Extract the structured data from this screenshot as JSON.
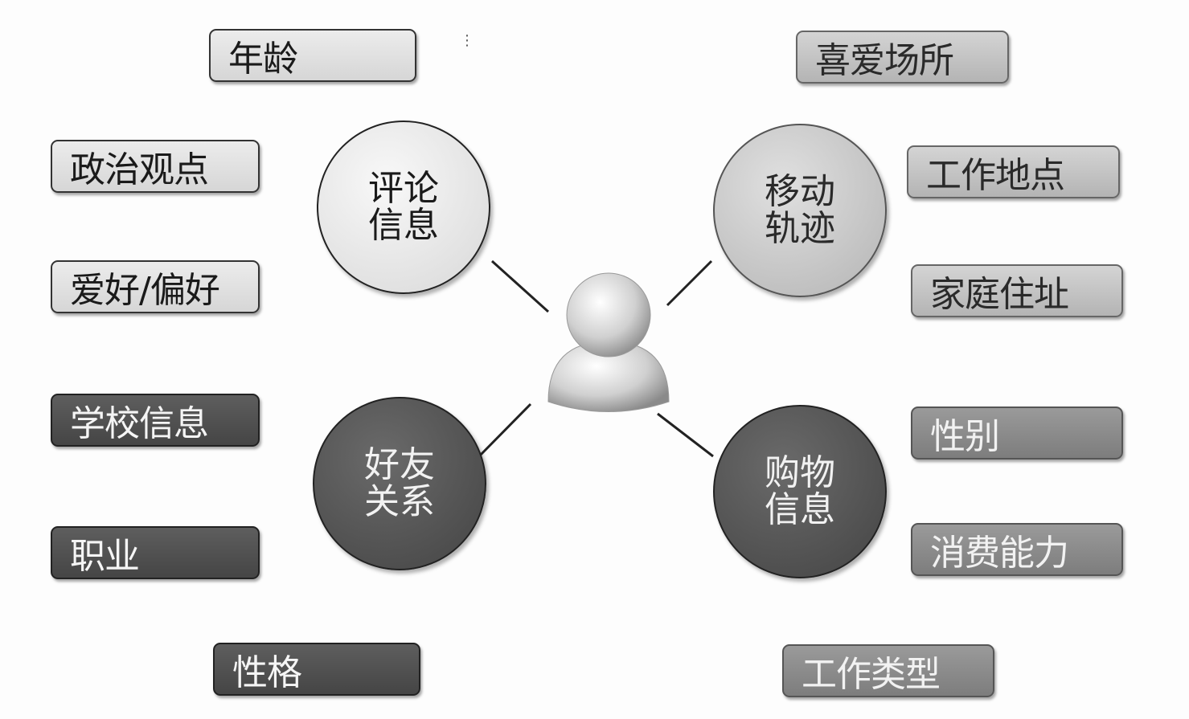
{
  "left_boxes": [
    {
      "label": "年龄"
    },
    {
      "label": "政治观点"
    },
    {
      "label": "爱好/偏好"
    },
    {
      "label": "学校信息"
    },
    {
      "label": "职业"
    },
    {
      "label": "性格"
    }
  ],
  "right_boxes": [
    {
      "label": "喜爱场所"
    },
    {
      "label": "工作地点"
    },
    {
      "label": "家庭住址"
    },
    {
      "label": "性别"
    },
    {
      "label": "消费能力"
    },
    {
      "label": "工作类型"
    }
  ],
  "circles": [
    {
      "label": "评论信息"
    },
    {
      "label": "移动轨迹"
    },
    {
      "label": "好友关系"
    },
    {
      "label": "购物信息"
    }
  ],
  "center": {
    "icon": "user-icon"
  },
  "colors": {
    "light": "#e0e0e0",
    "mid": "#c4c4c4",
    "gray": "#8a8a8a",
    "dark": "#505050"
  }
}
